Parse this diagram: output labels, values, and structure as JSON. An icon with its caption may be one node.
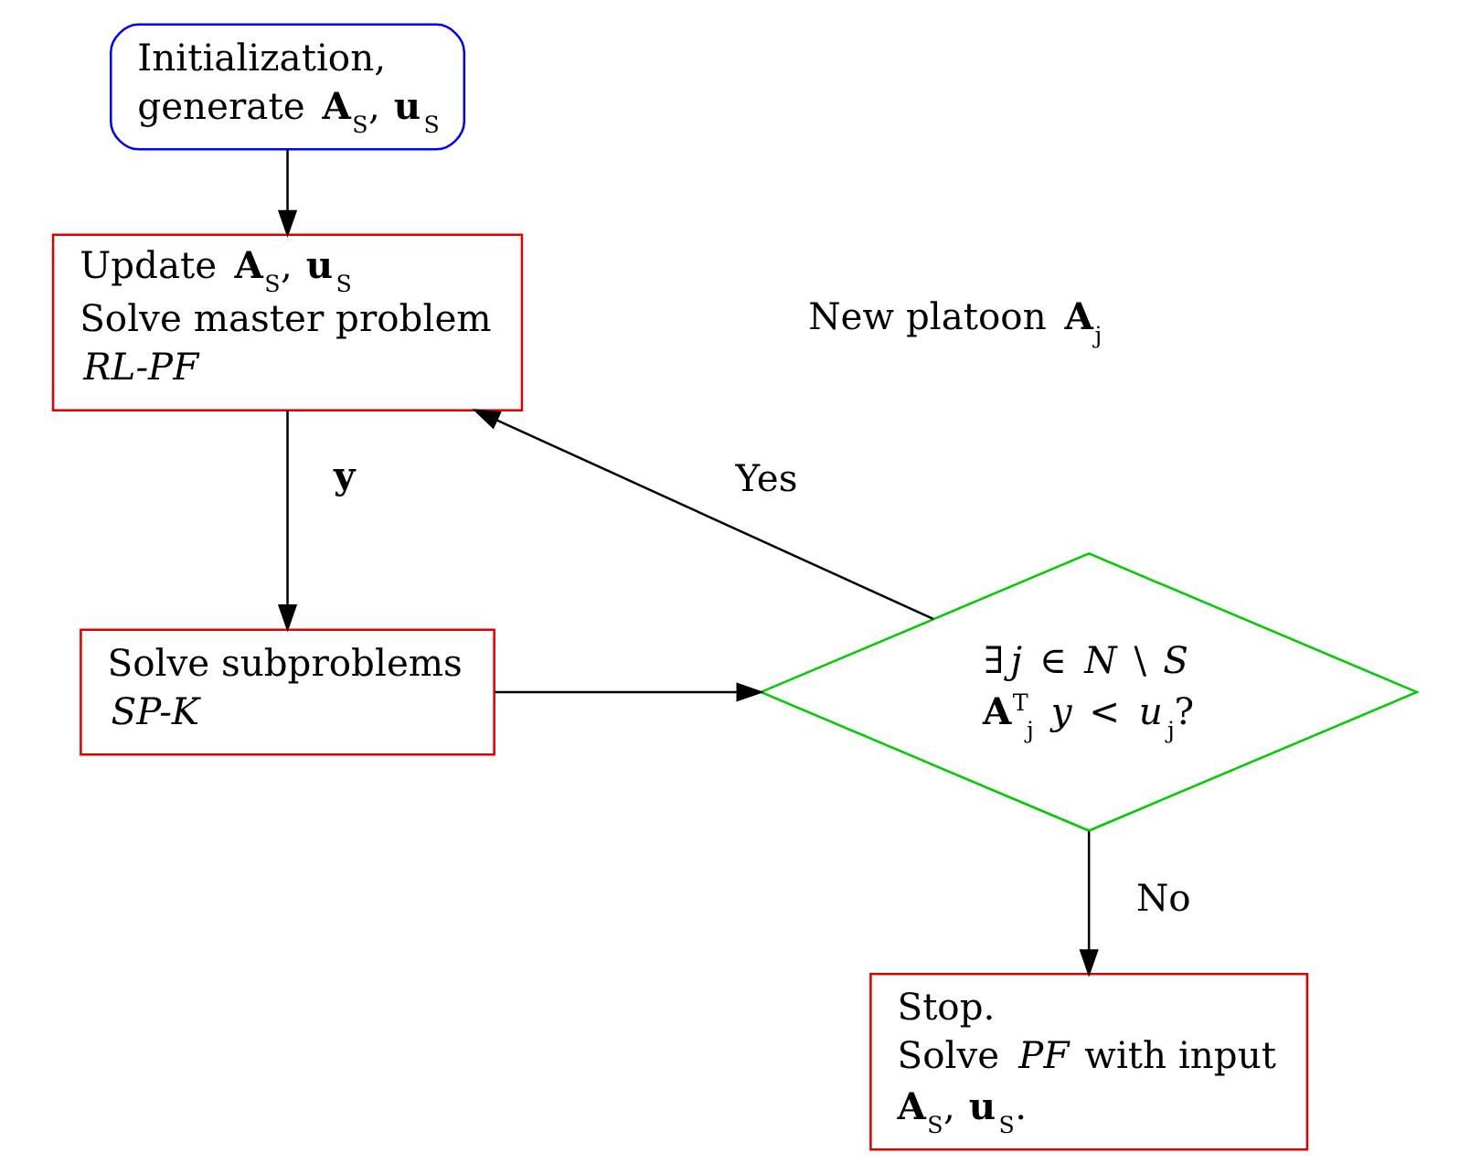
{
  "diagram": {
    "nodes": [
      {
        "text": [
          "Initialization,",
          "generate **A**$_{S}$, **u**$_{S}$"
        ]
      },
      {
        "text": [
          "Update **A**$_{S}$, **u**$_{S}$",
          "Solve master problem",
          "*RL-PF*"
        ]
      },
      {
        "text": [
          "Solve subproblems",
          "*SP-K*"
        ]
      },
      {
        "text": [
          "∃*j* ∈ *N* \\ *S*",
          "**A**$^{T}$$_{j}$ *y* < *u*$_{j}$?"
        ]
      },
      {
        "text": [
          "Stop.",
          "Solve *PF* with input",
          "**A**$_{S}$, **u**$_{S}$."
        ]
      }
    ],
    "edges": [
      {
        "from": 0,
        "to": 1,
        "arrow": "to"
      },
      {
        "from": 1,
        "to": 2,
        "arrow": "to",
        "label": "**y**"
      },
      {
        "from": 2,
        "to": 3,
        "arrow": "to"
      },
      {
        "from": 3,
        "to": 1,
        "arrow": "to",
        "label": "Yes"
      },
      {
        "from": 3,
        "to": 4,
        "arrow": "to",
        "label": "No"
      }
    ],
    "labels": [
      "New platoon **A**$_{j}$"
    ]
  }
}
